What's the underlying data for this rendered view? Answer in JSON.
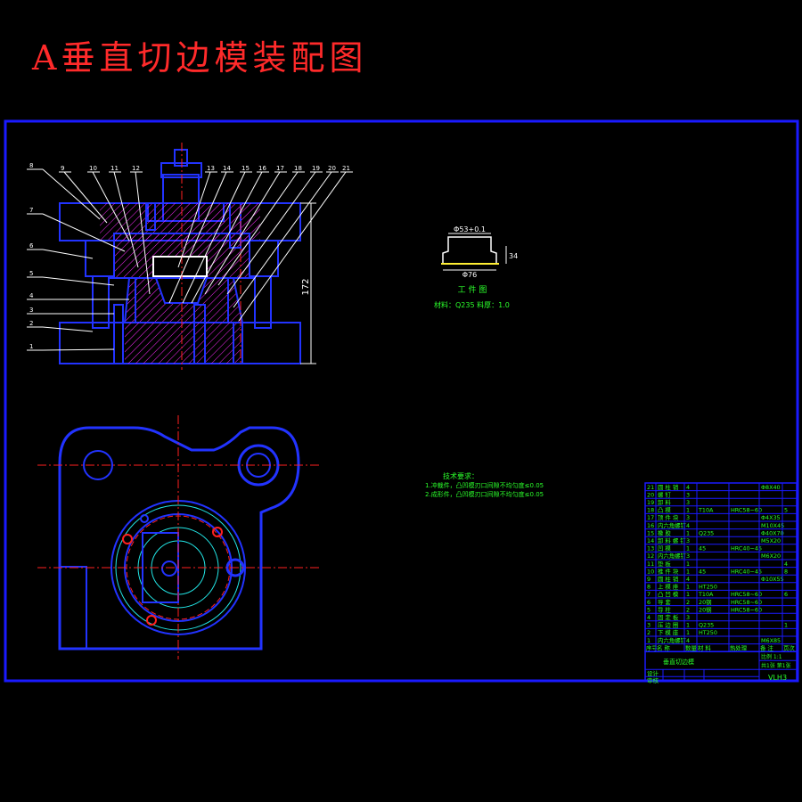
{
  "title": "A垂直切边模装配图",
  "workpiece": {
    "caption": "工 件 图",
    "material": "材料：Q235  料厚：1.0",
    "dims": {
      "top": "Φ53+0.1",
      "bottom": "Φ76",
      "height": "34"
    }
  },
  "assembly_height_label": "172",
  "callouts_left": [
    "8",
    "7",
    "6",
    "5",
    "4",
    "3",
    "2",
    "1"
  ],
  "callouts_top": [
    "9",
    "10",
    "11",
    "12",
    "13",
    "14",
    "15",
    "16",
    "17",
    "18",
    "19",
    "20",
    "21"
  ],
  "tech_requirements": {
    "heading": "技术要求：",
    "items": [
      "1.冲裁件，凸凹模刃口间隙不均匀度≤0.05",
      "2.成形件，凸凹模刃口间隙不均匀度≤0.05"
    ]
  },
  "bom": {
    "rows": [
      [
        "21",
        "圆 柱 销",
        "4",
        "",
        "",
        "Φ8X40",
        ""
      ],
      [
        "20",
        "螺  钉",
        "3",
        "",
        "",
        "",
        ""
      ],
      [
        "19",
        "卸  料",
        "3",
        "",
        "",
        "",
        ""
      ],
      [
        "18",
        "凸  模",
        "1",
        "T10A",
        "HRC58~60",
        "",
        "5"
      ],
      [
        "17",
        "顶 件 块",
        "3",
        "",
        "",
        "Φ4X35",
        ""
      ],
      [
        "16",
        "内六角螺钉",
        "4",
        "",
        "",
        "M10X45",
        ""
      ],
      [
        "15",
        "橡  胶",
        "1",
        "Q235",
        "",
        "Φ40X70",
        ""
      ],
      [
        "14",
        "卸 料 螺 钉",
        "3",
        "",
        "",
        "M5X20",
        ""
      ],
      [
        "13",
        "凹  模",
        "1",
        "45",
        "HRC40~45",
        "",
        ""
      ],
      [
        "12",
        "内六角螺钉",
        "3",
        "",
        "",
        "M6X20",
        ""
      ],
      [
        "11",
        "垫  板",
        "1",
        "",
        "",
        "",
        "4"
      ],
      [
        "10",
        "推 件 块",
        "1",
        "45",
        "HRC40~45",
        "",
        "8"
      ],
      [
        "9",
        "圆 柱 销",
        "4",
        "",
        "",
        "Φ10X55",
        ""
      ],
      [
        "8",
        "上 模 座",
        "1",
        "HT250",
        "",
        "",
        ""
      ],
      [
        "7",
        "凸 凹 模",
        "1",
        "T10A",
        "HRC58~60",
        "",
        "6"
      ],
      [
        "6",
        "导  套",
        "2",
        "20钢",
        "HRC58~60",
        "",
        ""
      ],
      [
        "5",
        "导  柱",
        "2",
        "20钢",
        "HRC58~60",
        "",
        ""
      ],
      [
        "4",
        "固 定 板",
        "3",
        "",
        "",
        "",
        ""
      ],
      [
        "3",
        "压 边 圈",
        "1",
        "Q235",
        "",
        "",
        "1"
      ],
      [
        "2",
        "下 模 座",
        "1",
        "HT250",
        "",
        "",
        ""
      ],
      [
        "1",
        "内六角螺钉",
        "4",
        "",
        "",
        "M6X85",
        ""
      ]
    ],
    "header": [
      "序号",
      "名 称",
      "数量",
      "材 料",
      "热处理",
      "备 注",
      "页次"
    ],
    "drawing_name": "垂直切边模",
    "scale_label": "比例 1:1",
    "sheet_label": "共1张 第1张",
    "designer_label": "设计",
    "checker_label": "审核",
    "code": "VLH3"
  },
  "colors": {
    "frame": "#1a1aff",
    "outline": "#2233ff",
    "section": "#ff2bff",
    "centerline": "#ff2020",
    "text": "#2bff2b",
    "leader": "#ffffff",
    "cyan": "#22e5e5",
    "yellow": "#ffee33"
  }
}
